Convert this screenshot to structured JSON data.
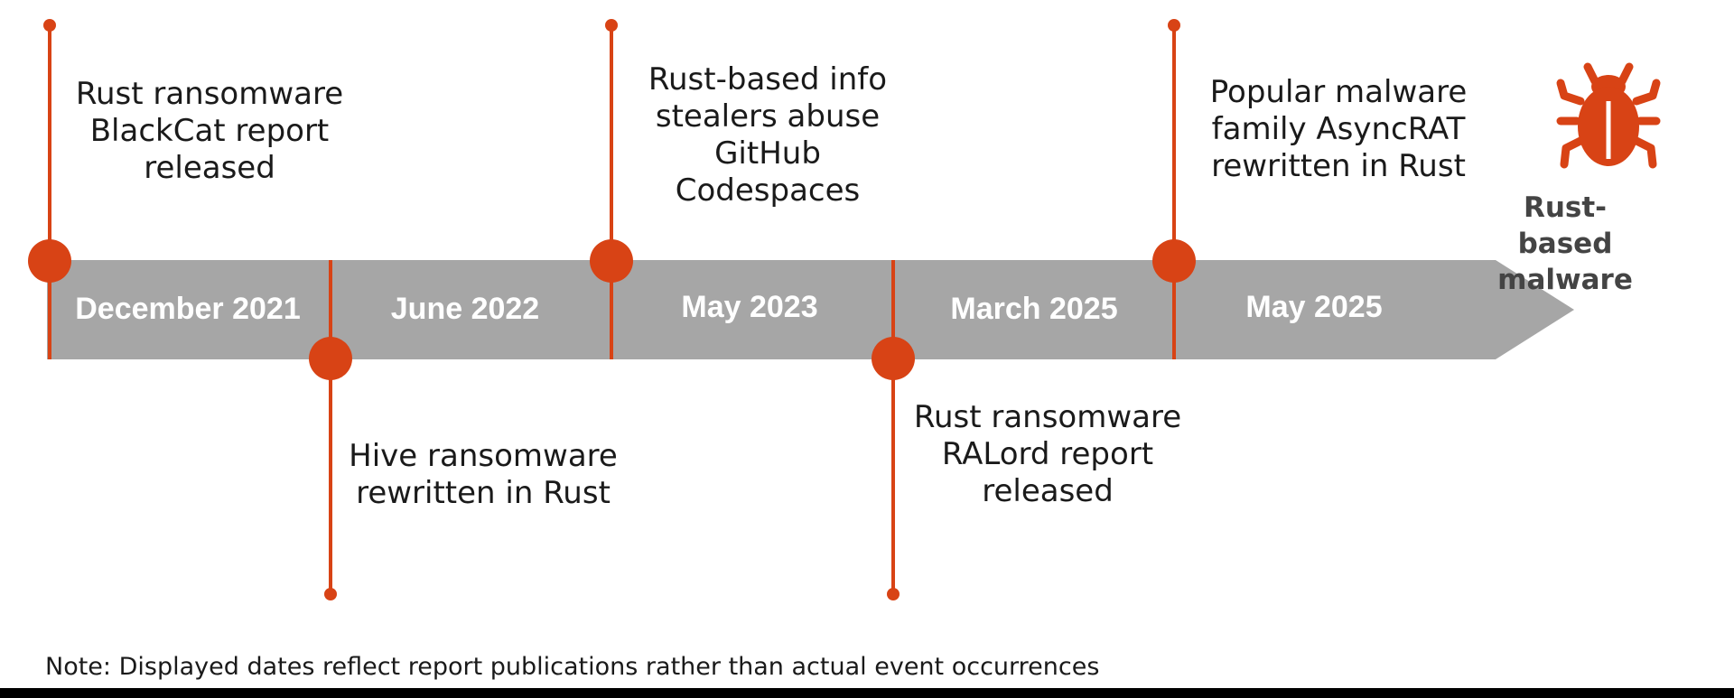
{
  "colors": {
    "accent": "#d84315",
    "arrow": "#a6a6a6",
    "date_text": "#ffffff",
    "event_text": "#1a1a1a",
    "legend_text": "#444444"
  },
  "timeline": {
    "milestones": [
      {
        "date": "December 2021",
        "event": "Rust ransomware BlackCat report released",
        "side": "above"
      },
      {
        "date": "June 2022",
        "event": "Hive ransomware rewritten in Rust",
        "side": "below"
      },
      {
        "date": "May 2023",
        "event": "Rust-based info stealers abuse GitHub Codespaces",
        "side": "above"
      },
      {
        "date": "March 2025",
        "event": "Rust ransomware RALord report released",
        "side": "below"
      },
      {
        "date": "May 2025",
        "event": "Popular malware family AsyncRAT rewritten in Rust",
        "side": "above"
      }
    ]
  },
  "legend": {
    "icon": "bug-icon",
    "label": "Rust-based malware"
  },
  "footnote": "Note: Displayed dates reflect report publications rather than actual event occurrences"
}
